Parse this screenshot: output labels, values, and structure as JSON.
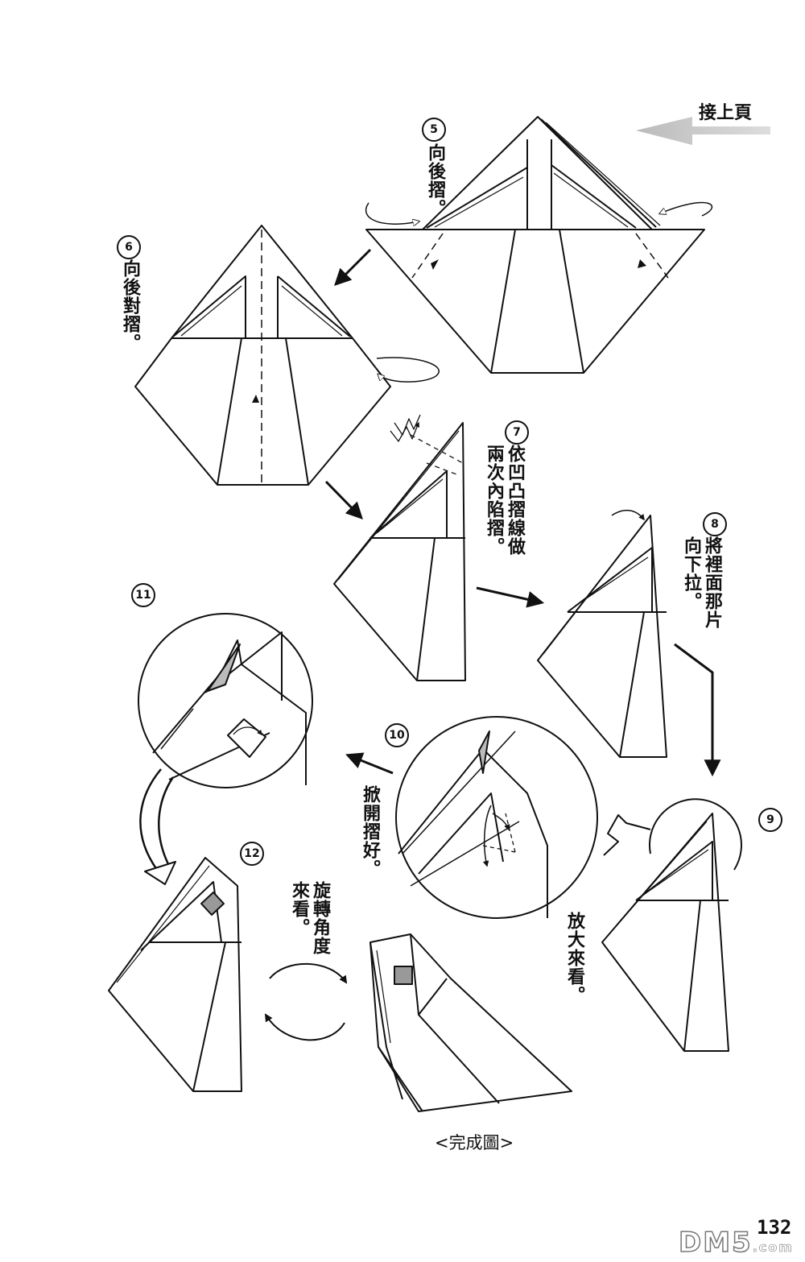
{
  "header": {
    "continue_label": "接上頁"
  },
  "steps": [
    {
      "num": "5",
      "text": "向後摺。"
    },
    {
      "num": "6",
      "text": "向後對摺。"
    },
    {
      "num": "7",
      "text": "依凹凸摺線做\n兩次內陷摺。"
    },
    {
      "num": "8",
      "text": "將裡面那片\n向下拉。"
    },
    {
      "num": "9",
      "text": "放大來看。"
    },
    {
      "num": "10",
      "text": "掀開摺好。"
    },
    {
      "num": "11",
      "text": ""
    },
    {
      "num": "12",
      "text": "旋轉角度\n來看。"
    }
  ],
  "caption": "<完成圖>",
  "page_number": "132",
  "watermark": "DM5",
  "watermark_suffix": ".com"
}
